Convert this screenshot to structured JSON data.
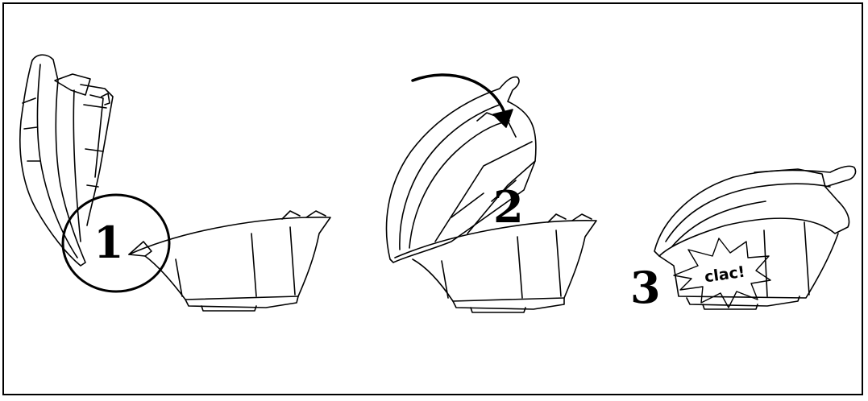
{
  "steps": [
    {
      "number": "1"
    },
    {
      "number": "2"
    },
    {
      "number": "3"
    }
  ],
  "sound_effect": "clac!",
  "colors": {
    "line": "#000000",
    "background": "#ffffff"
  }
}
